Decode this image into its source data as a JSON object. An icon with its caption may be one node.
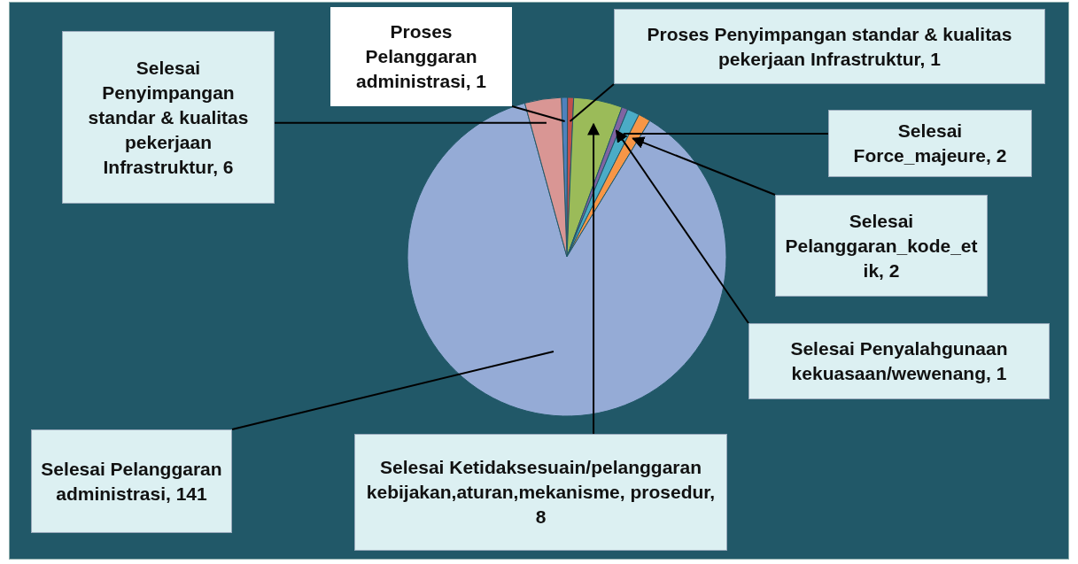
{
  "diagram": {
    "chart_data": {
      "type": "pie",
      "categories": [
        "Proses Pelanggaran administrasi, 1",
        "Proses Penyimpangan standar & kualitas pekerjaan Infrastruktur, 1",
        "Selesai Ketidaksesuain/pelanggaran kebijakan,aturan,mekanisme, prosedur, 8",
        "Selesai Penyalahgunaan kekuasaan/wewenang, 1",
        "Selesai Force_majeure, 2",
        "Selesai Pelanggaran_kode_etik, 2",
        "Selesai Pelanggaran administrasi, 141",
        "Selesai Penyimpangan standar & kualitas pekerjaan Infrastruktur, 6"
      ],
      "values": [
        1,
        1,
        8,
        1,
        2,
        2,
        141,
        6
      ]
    }
  }
}
